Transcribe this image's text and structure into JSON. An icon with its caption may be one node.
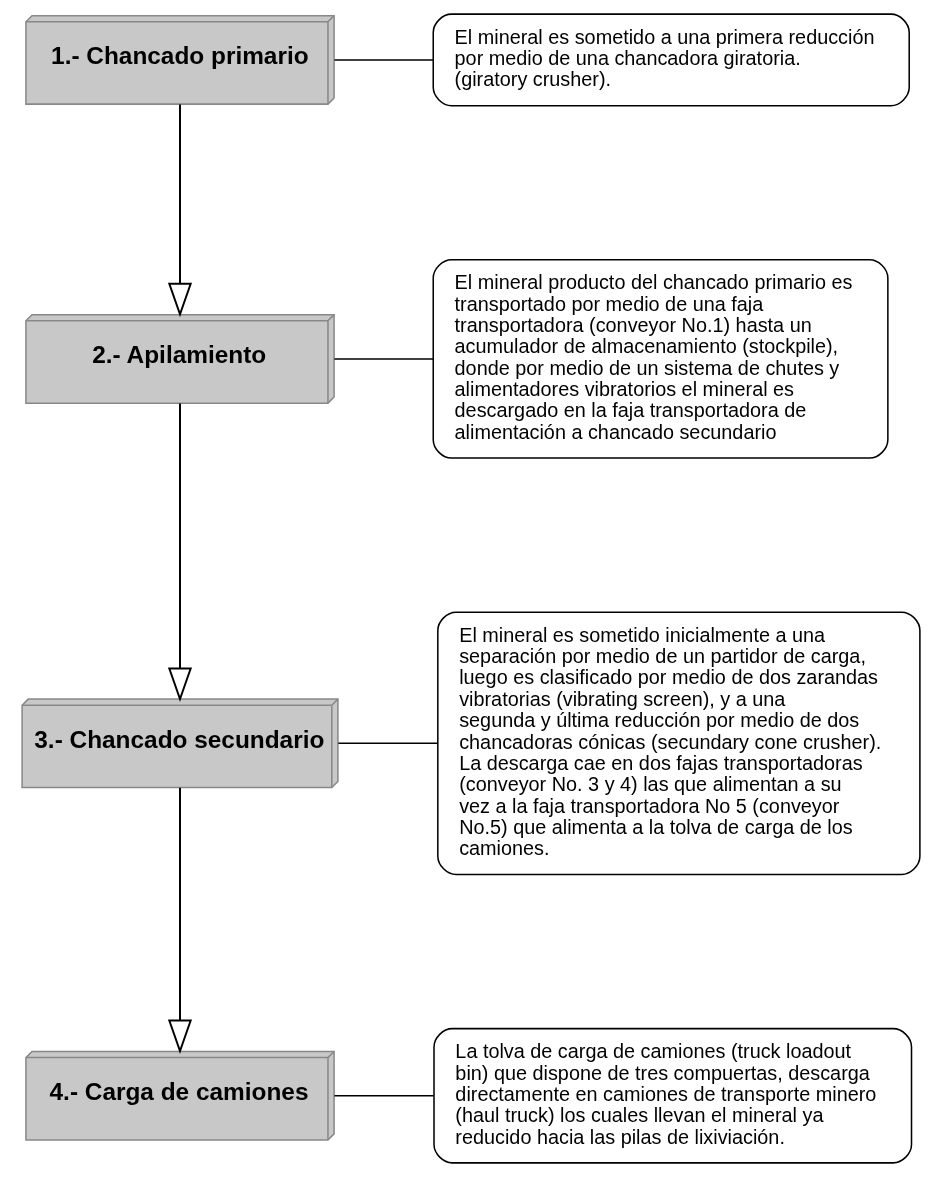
{
  "diagram": {
    "nodes": [
      {
        "text": [
          "1.- Chancado primario"
        ]
      },
      {
        "text": [
          "2.- Apilamiento"
        ]
      },
      {
        "text": [
          "3.- Chancado secundario"
        ]
      },
      {
        "text": [
          "4.- Carga de camiones"
        ]
      },
      {
        "text": [
          "El mineral es sometido a una primera reducción por medio de una chancadora giratoria. (giratory crusher)."
        ]
      },
      {
        "text": [
          "El mineral producto del chancado primario es transportado por medio de una faja transportadora (conveyor No.1) hasta un acumulador de almacenamiento (stockpile), donde por medio de un sistema de chutes y alimentadores vibratorios el mineral es descargado en la faja transportadora de alimentación a chancado secundario"
        ]
      },
      {
        "text": [
          "El mineral es sometido inicialmente a una separación por medio de un partidor de carga, luego es clasificado por medio de dos zarandas vibratorias (vibrating screen), y a una segunda y última reducción por medio de dos chancadoras cónicas (secundary cone crusher). La descarga cae en dos fajas transportadoras (conveyor No. 3 y 4) las que alimentan a su vez a la faja transportadora No 5 (conveyor No.5) que alimenta a la tolva de carga de los camiones."
        ]
      },
      {
        "text": [
          "La tolva de carga de camiones (truck loadout bin) que dispone de tres compuertas, descarga directamente en camiones de transporte minero (haul truck) los cuales llevan el mineral ya reducido hacia las pilas de lixiviación."
        ]
      }
    ],
    "edges": [
      {
        "from": 0,
        "to": 1,
        "arrow": "to"
      },
      {
        "from": 1,
        "to": 2,
        "arrow": "to"
      },
      {
        "from": 2,
        "to": 3,
        "arrow": "to"
      },
      {
        "from": 0,
        "to": 4,
        "arrow": "none"
      },
      {
        "from": 1,
        "to": 5,
        "arrow": "none"
      },
      {
        "from": 2,
        "to": 6,
        "arrow": "none"
      },
      {
        "from": 3,
        "to": 7,
        "arrow": "none"
      }
    ]
  }
}
